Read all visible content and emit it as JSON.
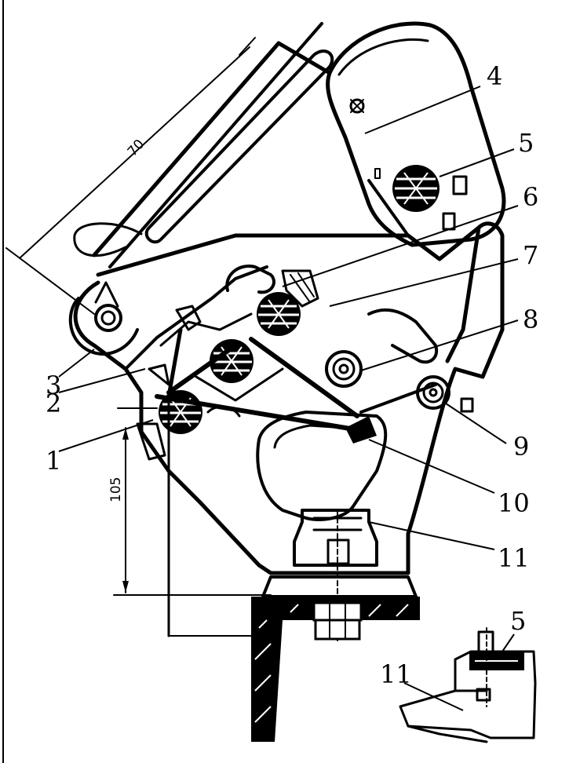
{
  "labels": {
    "l1": "1",
    "l2": "2",
    "l3": "3",
    "l4": "4",
    "l5": "5",
    "l6": "6",
    "l7": "7",
    "l8": "8",
    "l9": "9",
    "l10": "10",
    "l11": "11",
    "inset5": "5",
    "inset11": "11"
  },
  "dimensions": {
    "top": "70",
    "left": "105"
  },
  "colors": {
    "ink": "#000000",
    "paper": "#ffffff"
  }
}
